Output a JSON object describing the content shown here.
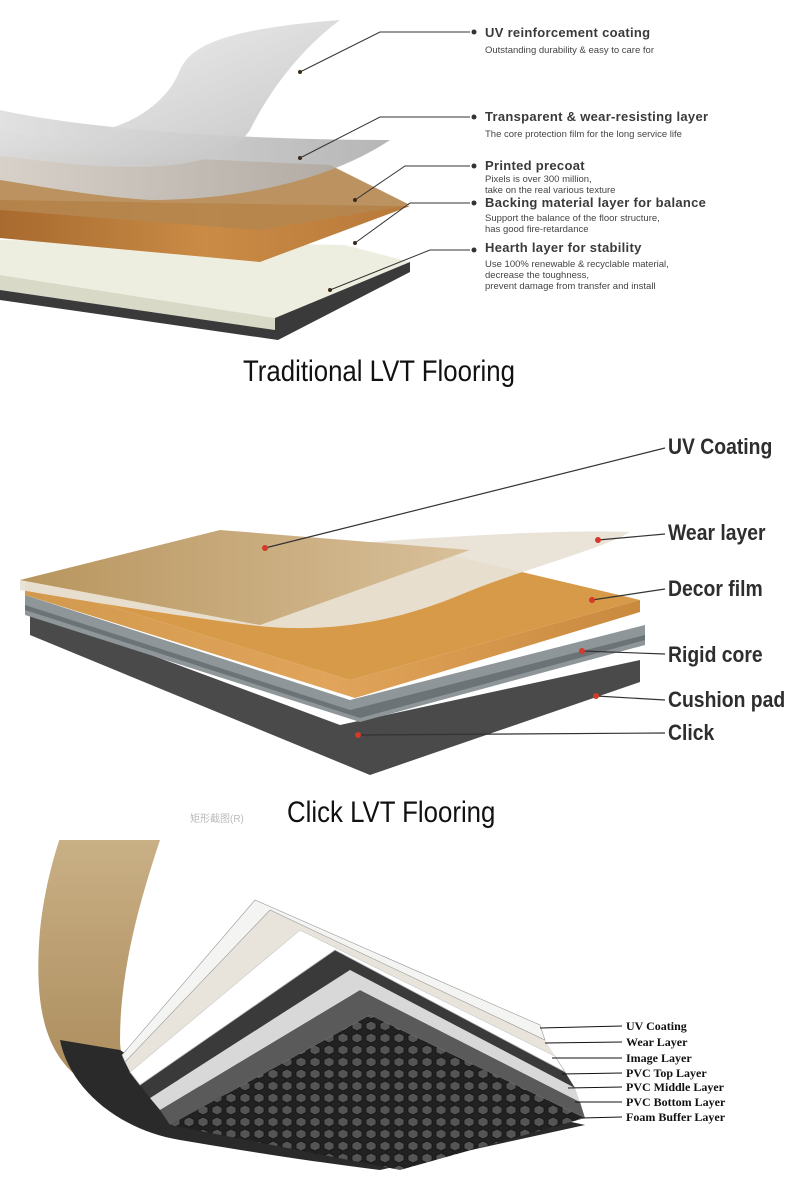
{
  "panel1": {
    "caption": "Traditional LVT Flooring",
    "layers": [
      {
        "title": "UV reinforcement coating",
        "desc": "Outstanding durability & easy to care for"
      },
      {
        "title": "Transparent & wear-resisting layer",
        "desc": "The core protection film for the long service life"
      },
      {
        "title": "Printed precoat",
        "desc": "Pixels is over 300 million,\ntake on the real various texture"
      },
      {
        "title": "Backing material layer for balance",
        "desc": "Support the balance of the floor structure,\nhas good fire-retardance"
      },
      {
        "title": "Hearth layer for stability",
        "desc": "Use 100% renewable & recyclable material,\ndecrease the toughness,\nprevent damage from transfer and install"
      }
    ]
  },
  "panel2": {
    "caption": "Click LVT Flooring",
    "layers": [
      "UV Coating",
      "Wear layer",
      "Decor film",
      "Rigid core",
      "Cushion pad",
      "Click"
    ]
  },
  "panel3": {
    "watermark": "矩形截图(R)",
    "layers": [
      "UV Coating",
      "Wear Layer",
      "Image Layer",
      "PVC Top Layer",
      "PVC Middle Layer",
      "PVC Bottom Layer",
      "Foam Buffer Layer"
    ]
  },
  "colors": {
    "wood_light": "#c9a877",
    "wood_dark": "#b97a34",
    "core_grey": "#8e9699",
    "base_dark": "#3a3a3a",
    "leader_red": "#d23a2a"
  }
}
